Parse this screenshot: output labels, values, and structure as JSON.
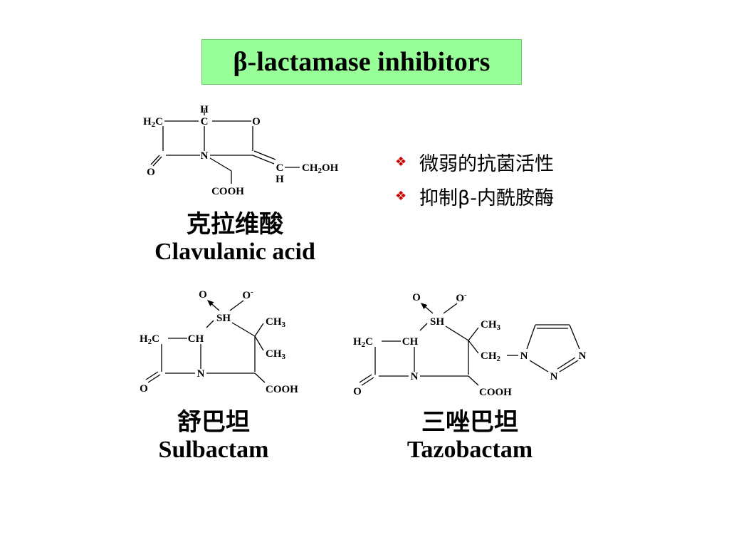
{
  "title": "β-lactamase inhibitors",
  "bullet_icon": "diamond-cluster-icon",
  "accent_color": "#99ff99",
  "bullet_color": "#cc0000",
  "bullets": [
    {
      "text": "微弱的抗菌活性"
    },
    {
      "text": "抑制β-内酰胺酶"
    }
  ],
  "compounds": {
    "clavulanic": {
      "name_zh": "克拉维酸",
      "name_en": "Clavulanic acid",
      "atoms": {
        "H_top": "H",
        "H2C": "H",
        "H2C_sub": "2",
        "H2C_c": "C",
        "C": "C",
        "O_ring": "O",
        "N": "N",
        "O_keto": "O",
        "C_ene": "C",
        "H_ene": "H",
        "CH2OH_a": "CH",
        "CH2OH_sub": "2",
        "CH2OH_b": "OH",
        "COOH": "COOH"
      }
    },
    "sulbactam": {
      "name_zh": "舒巴坦",
      "name_en": "Sulbactam",
      "atoms": {
        "O1": "O",
        "O2": "O",
        "O2_sup": "-",
        "SH": "SH",
        "CH3_1": "CH",
        "CH3_1_sub": "3",
        "CH3_2": "CH",
        "CH3_2_sub": "3",
        "H2C": "H",
        "H2C_sub": "2",
        "H2C_c": "C",
        "CH": "CH",
        "N": "N",
        "O_keto": "O",
        "COOH": "COOH"
      }
    },
    "tazobactam": {
      "name_zh": "三唑巴坦",
      "name_en": "Tazobactam",
      "atoms": {
        "O1": "O",
        "O2": "O",
        "O2_sup": "-",
        "SH": "SH",
        "CH3": "CH",
        "CH3_sub": "3",
        "CH2": "CH",
        "CH2_sub": "2",
        "N_tri1": "N",
        "N_tri2": "N",
        "N_tri3": "N",
        "H2C": "H",
        "H2C_sub": "2",
        "H2C_c": "C",
        "CH": "CH",
        "N": "N",
        "O_keto": "O",
        "COOH": "COOH"
      }
    }
  }
}
